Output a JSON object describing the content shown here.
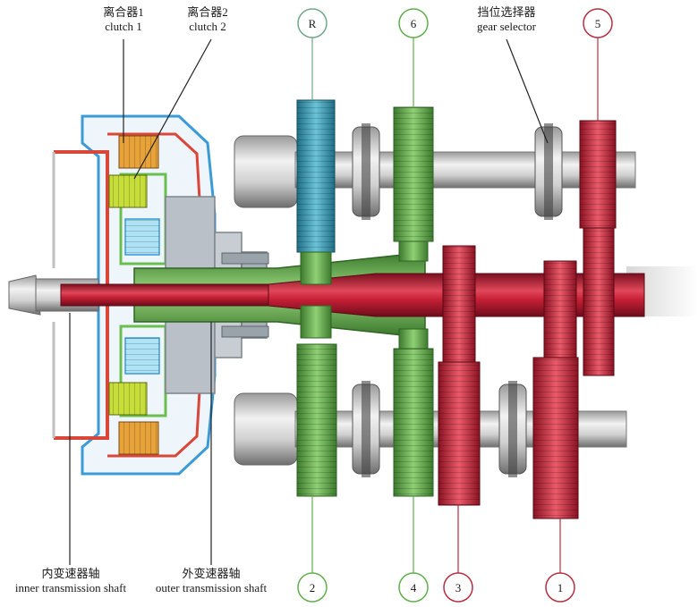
{
  "labels": {
    "clutch1": {
      "zh": "离合器1",
      "en": "clutch 1"
    },
    "clutch2": {
      "zh": "离合器2",
      "en": "clutch 2"
    },
    "gear_selector": {
      "zh": "挡位选择器",
      "en": "gear selector"
    },
    "inner_shaft": {
      "zh": "内变速器轴",
      "en": "inner transmission shaft"
    },
    "outer_shaft": {
      "zh": "外变速器轴",
      "en": "outer transmission shaft"
    }
  },
  "gear_markers": {
    "reverse": "R",
    "sixth": "6",
    "fifth": "5",
    "second": "2",
    "fourth": "4",
    "third": "3",
    "first": "1"
  },
  "colors": {
    "reverse_gear": "#3aa0b8",
    "even_gears": "#5fb04a",
    "odd_gears": "#d42a3a",
    "inner_shaft": "#c41f3a",
    "outer_shaft": "#6fbf55",
    "housing_outline": "#3b9bd6",
    "clutch_plates": "#e8a23a"
  }
}
